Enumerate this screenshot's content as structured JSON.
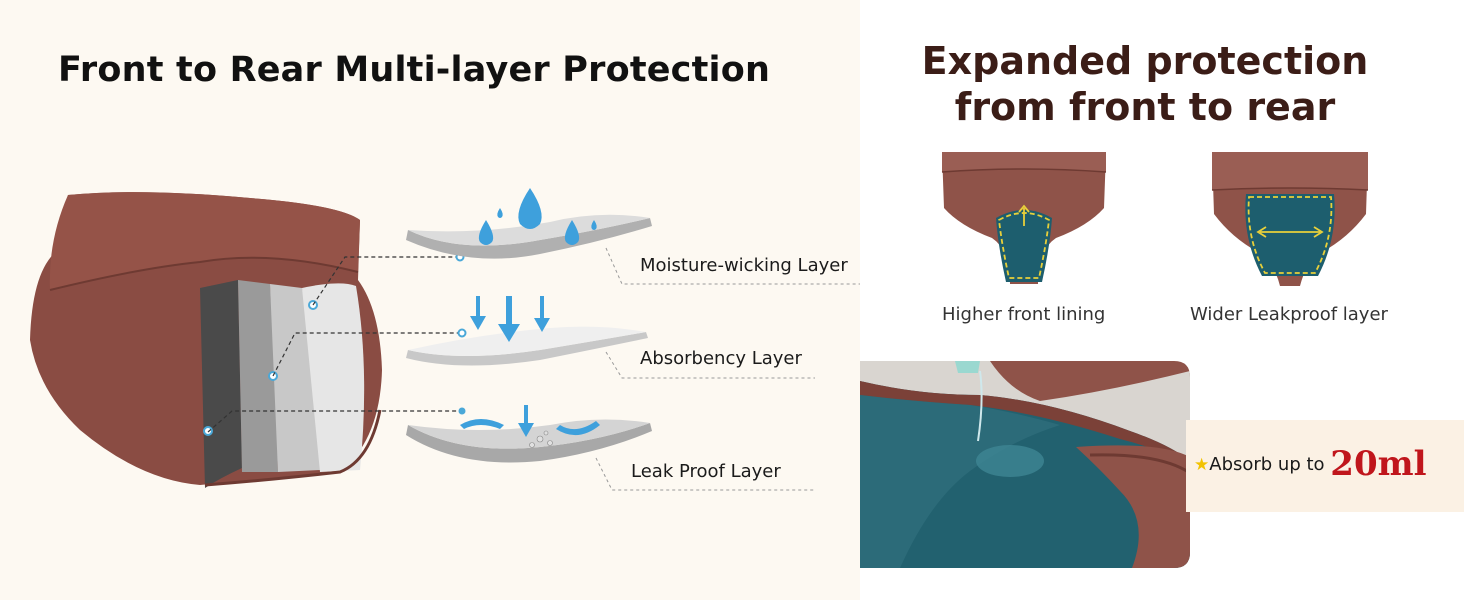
{
  "left": {
    "title": "Front to Rear Multi-layer Protection",
    "layers": [
      {
        "label": "Moisture-wicking Layer"
      },
      {
        "label": "Absorbency Layer"
      },
      {
        "label": "Leak Proof Layer"
      }
    ]
  },
  "right": {
    "title_line1": "Expanded protection",
    "title_line2": "from front to rear",
    "captions": {
      "front": "Higher front lining",
      "back": "Wider Leakproof layer"
    },
    "absorb": {
      "prefix": "Absorb up to",
      "amount": "20ml"
    }
  },
  "icons": [
    "water-drop-icon",
    "arrow-down-icon",
    "star-icon"
  ],
  "colors": {
    "fabric": "#8a4c43",
    "lining": "#1d5e6e",
    "stitch": "#e8d03a",
    "accent_red": "#c0161c",
    "title_dark": "#3b1d17"
  }
}
